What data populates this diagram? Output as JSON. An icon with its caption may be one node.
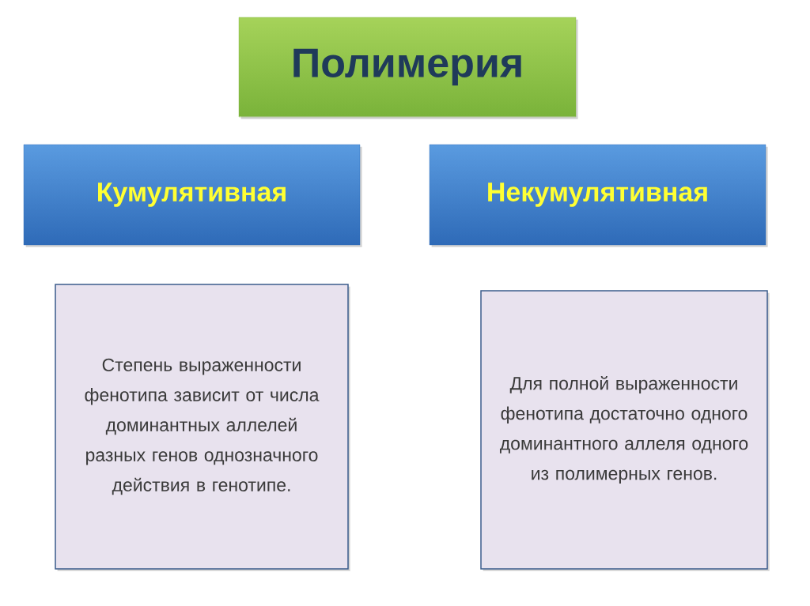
{
  "diagram": {
    "nodes": [
      {
        "text": [
          "Полимерия"
        ]
      },
      {
        "text": [
          "Кумулятивная"
        ]
      },
      {
        "text": [
          "Некумулятивная"
        ]
      },
      {
        "text": [
          "Степень выраженности фенотипа зависит от числа доминантных аллелей разных генов однозначного действия в генотипе."
        ]
      },
      {
        "text": [
          "Для полной выраженности фенотипа достаточно одного доминантного аллеля одного из полимерных генов."
        ]
      }
    ]
  }
}
